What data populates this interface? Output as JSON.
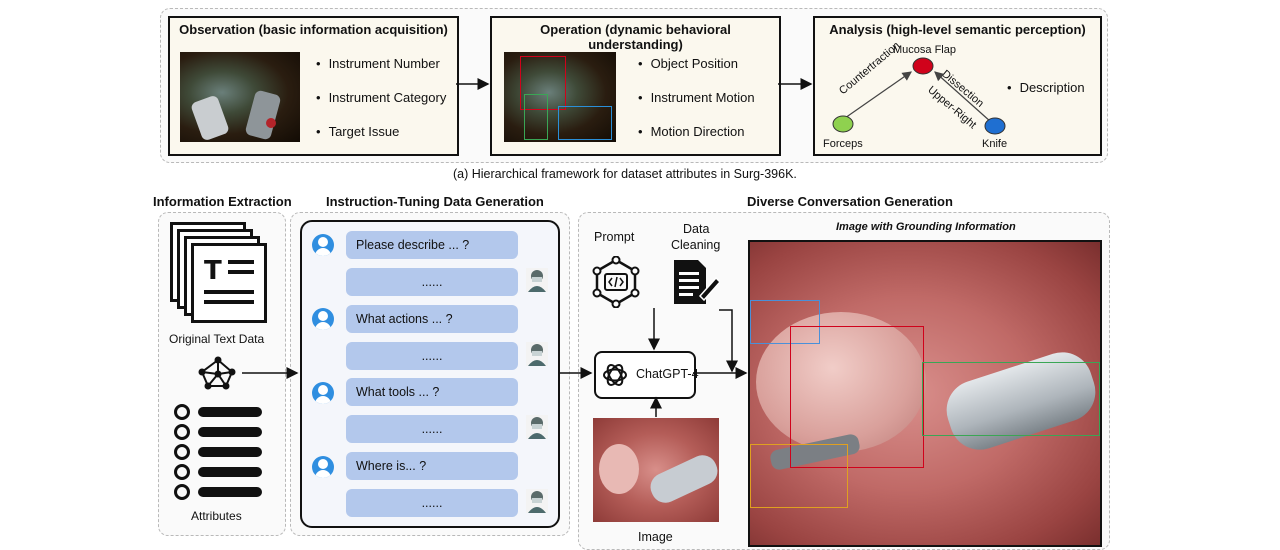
{
  "top_panel": {
    "caption": "(a)  Hierarchical framework for dataset attributes in Surg-396K.",
    "observation": {
      "title": "Observation (basic information acquisition)",
      "bullets": [
        "Instrument Number",
        "Instrument Category",
        "Target Issue"
      ]
    },
    "operation": {
      "title": "Operation (dynamic behavioral understanding)",
      "bullets": [
        "Object Position",
        "Instrument Motion",
        "Motion Direction"
      ]
    },
    "analysis": {
      "title": "Analysis (high-level semantic perception)",
      "nodes": {
        "top": "Mucosa Flap",
        "left": "Forceps",
        "right": "Knife"
      },
      "edges": {
        "left": "Countertraction",
        "right_upper": "Dissection",
        "right_lower": "Upper-Right"
      },
      "bullet": "Description",
      "node_colors": {
        "top": "#d0021b",
        "left": "#8fd14f",
        "right": "#1f6fd1"
      }
    }
  },
  "bottom_panel": {
    "info_extraction": {
      "title": "Information Extraction",
      "text_label": "Original Text Data",
      "attr_label": "Attributes"
    },
    "instruction_tuning": {
      "title": "Instruction-Tuning Data Generation",
      "questions": [
        "Please describe ... ?",
        "What actions ... ?",
        "What tools ... ?",
        "Where is... ?"
      ],
      "answer": "......"
    },
    "conversation": {
      "title": "Diverse Conversation Generation",
      "prompt_label": "Prompt",
      "cleaning_label_1": "Data",
      "cleaning_label_2": "Cleaning",
      "chatgpt_label": "ChatGPT-4",
      "image_label": "Image",
      "grounding_title": "Image with Grounding Information",
      "box_colors": [
        "#4a90d9",
        "#d0021b",
        "#3aa655",
        "#e0a020"
      ]
    }
  }
}
